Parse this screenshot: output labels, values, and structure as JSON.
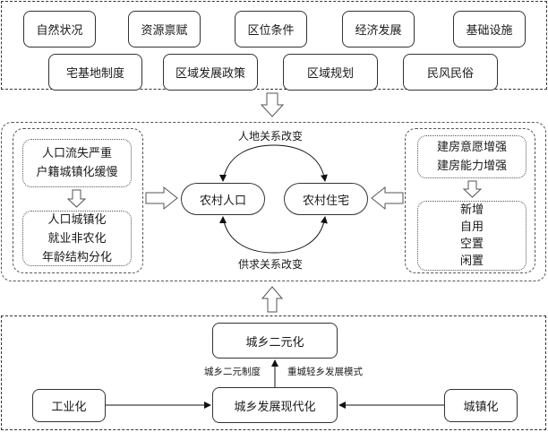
{
  "top_factors": {
    "row1": [
      "自然状况",
      "资源禀赋",
      "区位条件",
      "经济发展",
      "基础设施"
    ],
    "row2": [
      "宅基地制度",
      "区域发展政策",
      "区域规划",
      "民风民俗"
    ]
  },
  "middle": {
    "left_group": {
      "upper_lines": [
        "人口流失严重",
        "户籍城镇化缓慢"
      ],
      "lower_lines": [
        "人口城镇化",
        "就业非农化",
        "年龄结构分化"
      ]
    },
    "right_group": {
      "upper_lines": [
        "建房意愿增强",
        "建房能力增强"
      ],
      "lower_lines": [
        "新增",
        "自用",
        "空置",
        "闲置"
      ]
    },
    "core": {
      "population": "农村人口",
      "housing": "农村住宅",
      "top_relation": "人地关系改变",
      "bottom_relation": "供求关系改变"
    }
  },
  "bottom": {
    "dual": "城乡二元化",
    "modernization": "城乡发展现代化",
    "industrialization": "工业化",
    "urbanization": "城镇化",
    "label_left": "城乡二元制度",
    "label_right": "重城轻乡发展模式"
  }
}
